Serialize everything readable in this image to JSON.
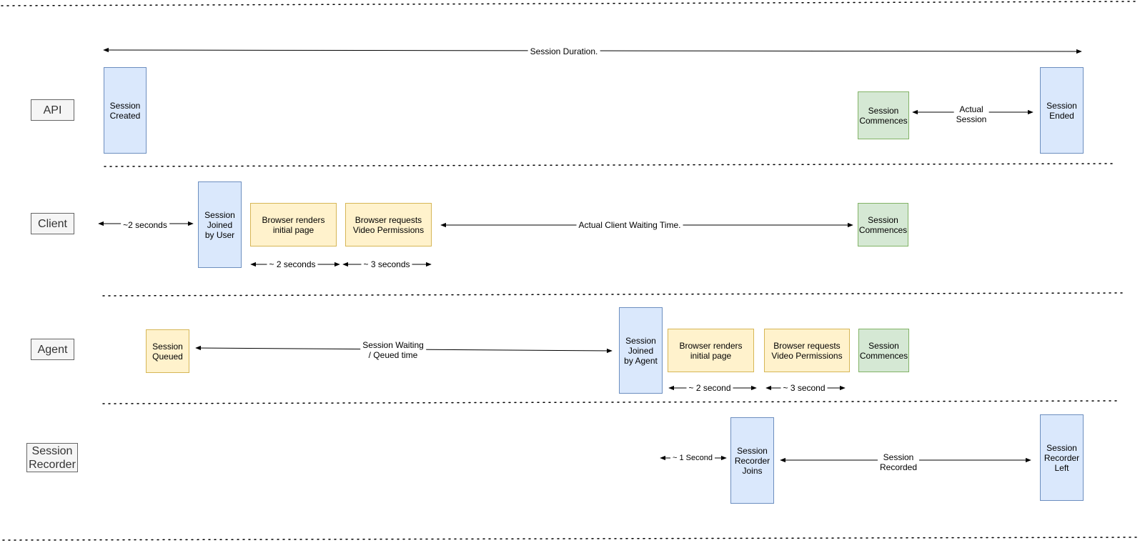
{
  "lanes": {
    "api": "API",
    "client": "Client",
    "agent": "Agent",
    "recorder": "Session\nRecorder"
  },
  "api": {
    "session_duration": "Session Duration.",
    "session_created": "Session\nCreated",
    "session_commences": "Session\nCommences",
    "actual_session": "Actual\nSession",
    "session_ended": "Session\nEnded"
  },
  "client": {
    "two_seconds": "~2 seconds",
    "session_joined": "Session\nJoined\nby User",
    "browser_renders": "Browser renders\ninitial page",
    "browser_requests": "Browser requests\nVideo Permissions",
    "render_time": "~ 2 seconds",
    "permission_time": "~ 3 seconds",
    "waiting_time": "Actual Client Waiting Time.",
    "session_commences": "Session\nCommences"
  },
  "agent": {
    "session_queued": "Session\nQueued",
    "waiting_queued": "Session Waiting\n/ Qeued time",
    "session_joined": "Session\nJoined\nby Agent",
    "browser_renders": "Browser renders\ninitial page",
    "browser_requests": "Browser requests\nVideo Permissions",
    "session_commences": "Session\nCommences",
    "render_time": "~ 2 second",
    "permission_time": "~ 3 second"
  },
  "recorder": {
    "one_second": "~ 1 Second",
    "recorder_joins": "Session\nRecorder\nJoins",
    "session_recorded": "Session\nRecorded",
    "recorder_left": "Session\nRecorder\nLeft"
  },
  "colors": {
    "blue_fill": "#dae8fc",
    "blue_stroke": "#6c8ebf",
    "yellow_fill": "#fff2cc",
    "yellow_stroke": "#d6b656",
    "green_fill": "#d5e8d4",
    "green_stroke": "#82b366",
    "lane_fill": "#f5f5f5",
    "lane_stroke": "#666666"
  }
}
